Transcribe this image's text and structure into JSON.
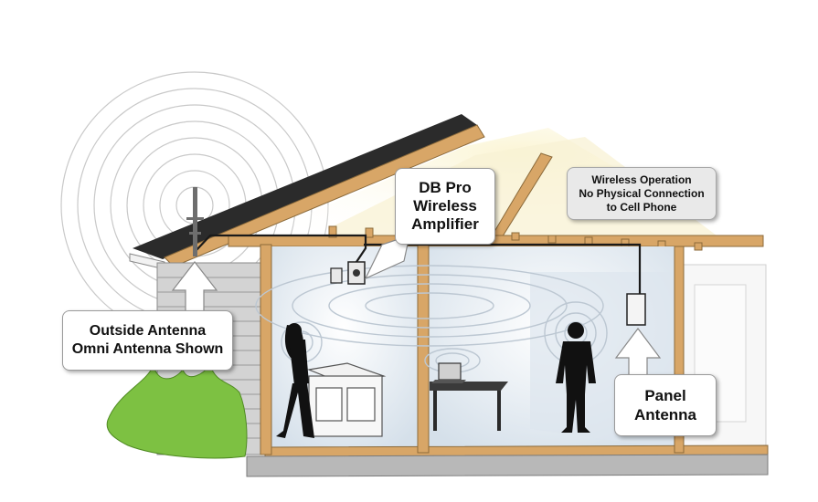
{
  "labels": {
    "outside_antenna": {
      "line1": "Outside Antenna",
      "line2": "Omni Antenna Shown"
    },
    "amplifier": {
      "line1": "DB Pro",
      "line2": "Wireless",
      "line3": "Amplifier"
    },
    "panel_antenna": {
      "line1": "Panel",
      "line2": "Antenna"
    },
    "wireless_note": {
      "line1": "Wireless Operation",
      "line2": "No Physical Connection",
      "line3": "to Cell Phone"
    }
  },
  "colors": {
    "roof": "#2b2b2b",
    "wood": "#d8a667",
    "siding": "#cfcfcf",
    "attic": "#f6f0cf",
    "room": "#e4ecf3",
    "bush": "#7dc142",
    "silhouette": "#111111"
  }
}
